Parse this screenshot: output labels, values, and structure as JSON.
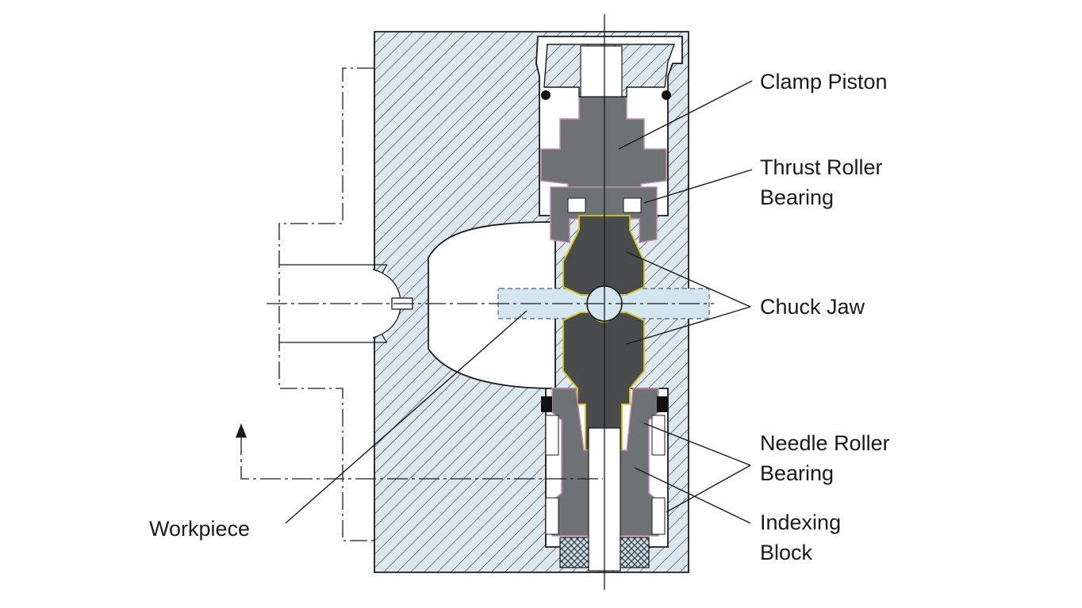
{
  "labels": {
    "clamp_piston": "Clamp Piston",
    "thrust_roller_bearing": [
      "Thrust Roller",
      "Bearing"
    ],
    "chuck_jaw": "Chuck Jaw",
    "needle_roller_bearing": [
      "Needle Roller",
      "Bearing"
    ],
    "indexing_block": [
      "Indexing",
      "Block"
    ],
    "workpiece": "Workpiece"
  },
  "colors": {
    "body_fill": "#dde8ee",
    "hatch": "#2f3f4a",
    "piston": "#6f7275",
    "jaw": "#4a4b4d",
    "jaw_outline": "#d8c21e",
    "piston_outline": "#c98bb0",
    "workpiece": "#d3e6f0",
    "line": "#1a1a1a"
  }
}
